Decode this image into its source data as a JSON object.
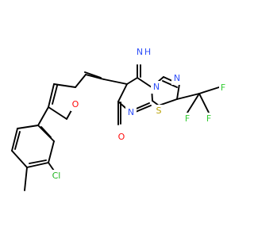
{
  "molecule": {
    "atoms": [
      {
        "id": "N_imine",
        "label": "N",
        "color": "#3050F8"
      },
      {
        "id": "H_imine",
        "label": "H",
        "color": "#3050F8"
      },
      {
        "id": "N_triazole",
        "label": "N",
        "color": "#3050F8"
      },
      {
        "id": "N_fused",
        "label": "N",
        "color": "#3050F8"
      },
      {
        "id": "N_pyrimidine",
        "label": "N",
        "color": "#3050F8"
      },
      {
        "id": "S_thiadiazole",
        "label": "S",
        "color": "#B8A000"
      },
      {
        "id": "O_carbonyl",
        "label": "O",
        "color": "#FF0D0D"
      },
      {
        "id": "O_furan",
        "label": "O",
        "color": "#FF0D0D"
      },
      {
        "id": "F_1",
        "label": "F",
        "color": "#33CC33"
      },
      {
        "id": "F_2",
        "label": "F",
        "color": "#33CC33"
      },
      {
        "id": "F_3",
        "label": "F",
        "color": "#33CC33"
      },
      {
        "id": "Cl",
        "label": "Cl",
        "color": "#1FB51F"
      }
    ]
  }
}
